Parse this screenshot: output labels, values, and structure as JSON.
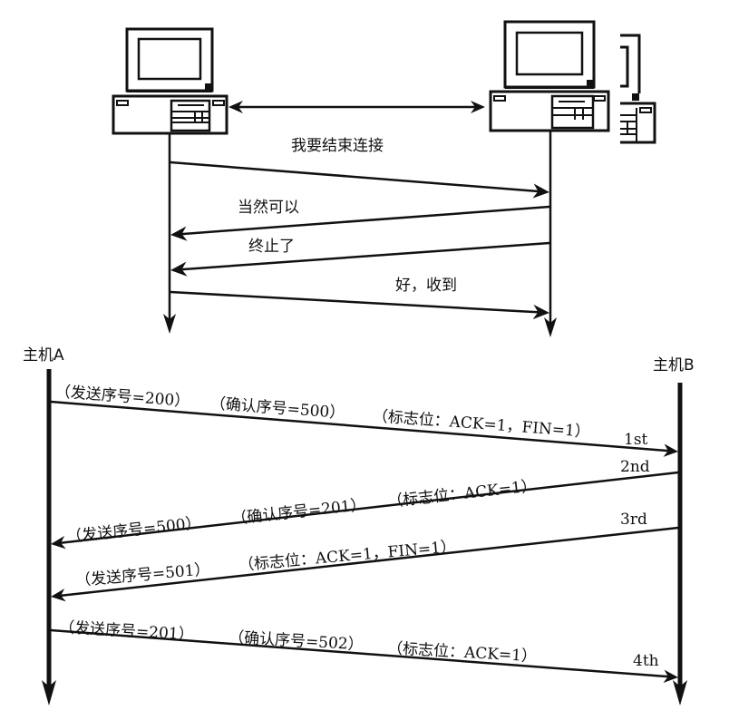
{
  "top_diagram": {
    "hosts": [
      {
        "id": "left-computer",
        "icon": "computer-icon"
      },
      {
        "id": "right-computer",
        "icon": "computer-icon",
        "extra": "server-stack-icon"
      }
    ],
    "messages": [
      {
        "text": "我要结束连接",
        "direction": "left-to-right"
      },
      {
        "text": "当然可以",
        "direction": "right-to-left"
      },
      {
        "text": "终止了",
        "direction": "right-to-left"
      },
      {
        "text": "好，收到",
        "direction": "left-to-right"
      }
    ]
  },
  "bottom_diagram": {
    "host_a": "主机A",
    "host_b": "主机B",
    "segments": [
      {
        "step": "1st",
        "direction": "A-to-B",
        "labels": [
          "（发送序号=200）",
          "（确认序号=500）",
          "（标志位：ACK=1，FIN=1）"
        ]
      },
      {
        "step": "2nd",
        "direction": "B-to-A",
        "labels": [
          "（发送序号=500）",
          "（确认序号=201）",
          "（标志位：ACK=1）"
        ]
      },
      {
        "step": "3rd",
        "direction": "B-to-A",
        "labels": [
          "（发送序号=501）",
          "（标志位：ACK=1，FIN=1）"
        ]
      },
      {
        "step": "4th",
        "direction": "A-to-B",
        "labels": [
          "（发送序号=201）",
          "（确认序号=502）",
          "（标志位：ACK=1）"
        ]
      }
    ]
  }
}
